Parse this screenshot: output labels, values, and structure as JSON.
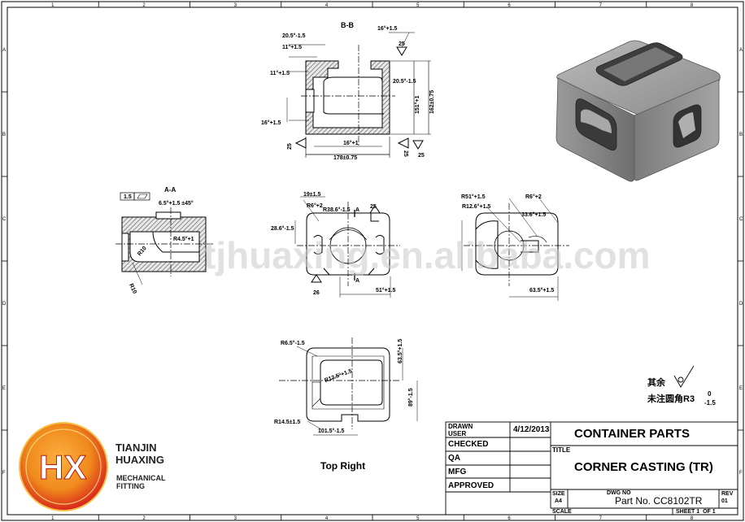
{
  "sheet": {
    "border_numbers": [
      "1",
      "2",
      "3",
      "4",
      "5",
      "6",
      "7",
      "8"
    ],
    "border_letters": [
      "A",
      "B",
      "C",
      "D",
      "E",
      "F"
    ],
    "colors": {
      "line": "#000000",
      "hatch": "#555555",
      "logo_orange": "#f08a1c",
      "logo_red": "#d8261c"
    }
  },
  "views": {
    "section_bb": {
      "label": "B-B",
      "dims": [
        "20.5°-1.5",
        "11°+1.5",
        "11°+1.5",
        "16°+1.5",
        "20.5°-1.5",
        "151°+1",
        "162±0.75",
        "16°+1.5",
        "16°+1",
        "178±0.75",
        "25",
        "25",
        "25",
        "25"
      ]
    },
    "section_aa": {
      "label": "A-A",
      "dims": [
        "1.5",
        "6.5°+1.5 ±45°",
        "R4.5°+1",
        "R10",
        "R10"
      ]
    },
    "front_view": {
      "dims": [
        "19±1.5",
        "R6°+2",
        "R38.6°-1.5",
        "25",
        "28.6°-1.5",
        "A",
        "A",
        "26",
        "51°+1.5"
      ]
    },
    "side_view": {
      "dims": [
        "R51°+1.5",
        "R6°+2",
        "R12.6°+1.5",
        "33.6°+1.5",
        "63.5°+1.5"
      ]
    },
    "top_view": {
      "label": "Top Right",
      "dims": [
        "R6.5°-1.5",
        "R12.5°+1.5",
        "63.5°+1.5",
        "89°-1.5",
        "R14.5±1.5",
        "101.5°-1.5"
      ]
    },
    "note": {
      "line1": "其余",
      "line2": "未注圆角R3",
      "sup": "0",
      "sub": "-1.5"
    }
  },
  "watermark": "tjhuaxing.en.alibaba.com",
  "logo": {
    "initials": "HX",
    "name_line1": "TIANJIN",
    "name_line2": "HUAXING",
    "tag_line1": "MECHANICAL",
    "tag_line2": "FITTING"
  },
  "title_block": {
    "drawn_label": "DRAWN",
    "user_label": "USER",
    "date": "4/12/2013",
    "checked": "CHECKED",
    "qa": "QA",
    "mfg": "MFG",
    "approved": "APPROVED",
    "title_label": "TITLE",
    "company": "CONTAINER PARTS",
    "part_title": "CORNER CASTING (TR)",
    "size_label": "SIZE",
    "size": "A4",
    "dwg_label": "DWG NO",
    "dwg_no": "Part No. CC8102TR",
    "rev_label": "REV",
    "rev": "01",
    "scale_label": "SCALE",
    "sheet": "SHEET 1  OF 1"
  }
}
